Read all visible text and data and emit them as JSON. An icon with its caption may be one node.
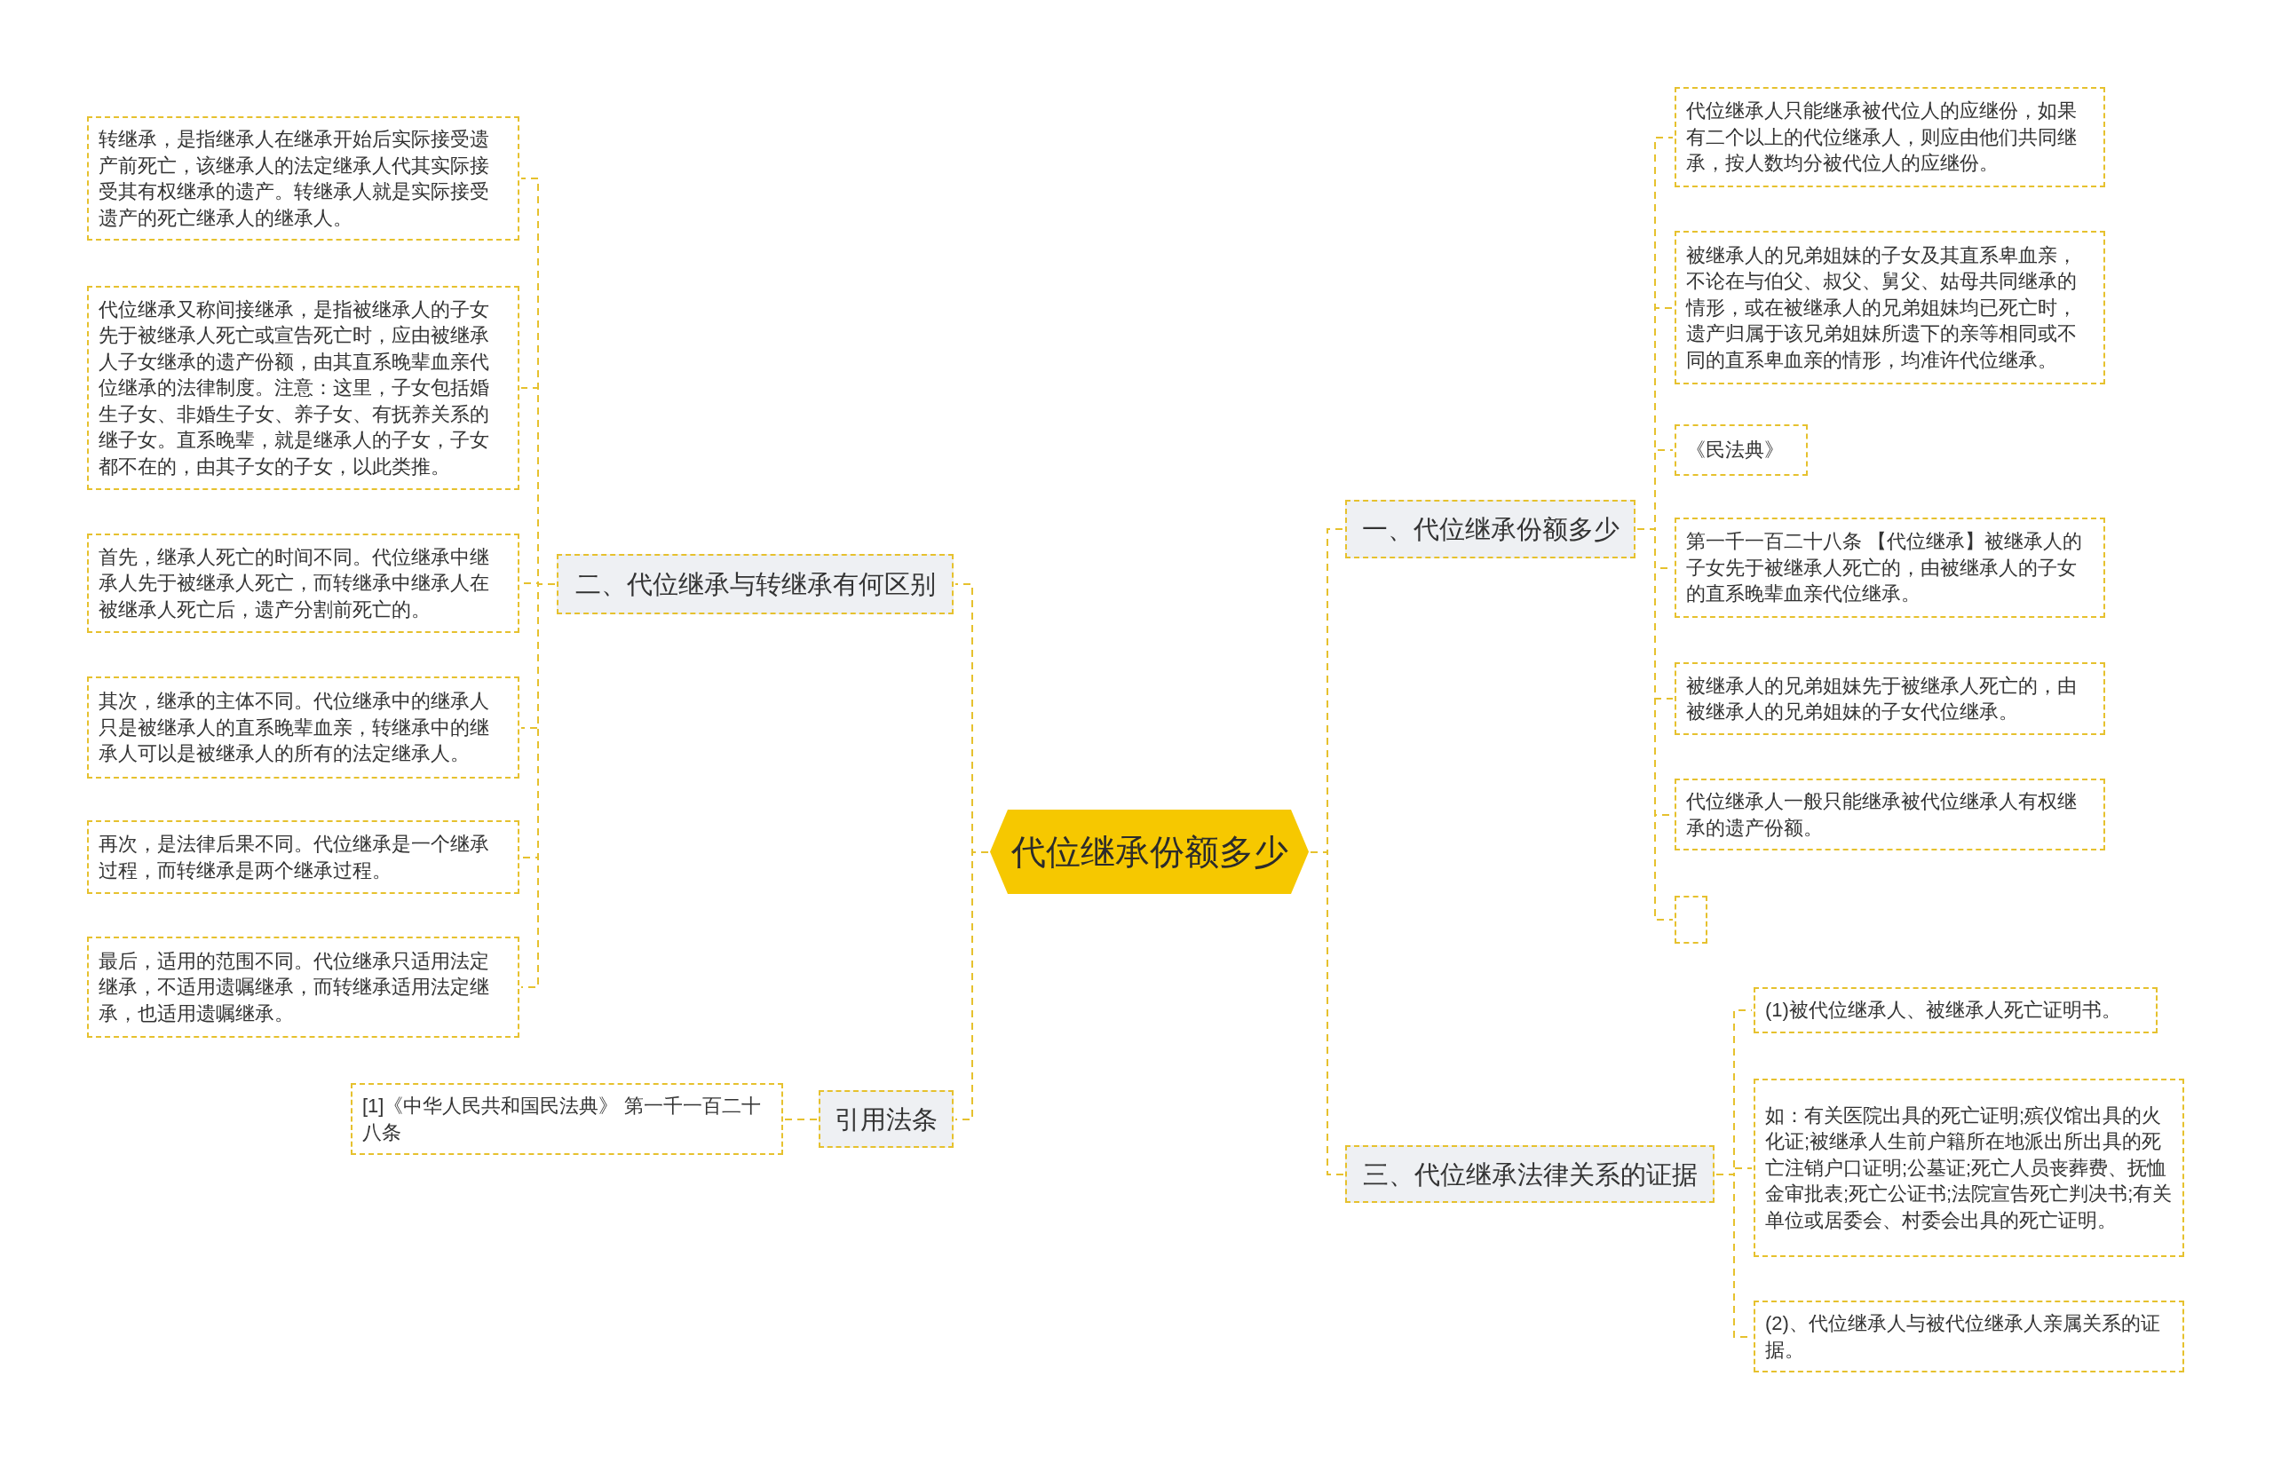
{
  "diagram": {
    "nodes": [
      {
        "text": [
          "代位继承份额多少"
        ]
      },
      {
        "text": [
          "二、代位继承与转继承有何区别"
        ]
      },
      {
        "text": [
          "转继承，是指继承人在继承开始后实际接受遗产前死亡，该继承人的法定继承人代其实际接受其有权继承的遗产。转继承人就是实际接受遗产的死亡继承人的继承人。"
        ]
      },
      {
        "text": [
          "代位继承又称间接继承，是指被继承人的子女先于被继承人死亡或宣告死亡时，应由被继承人子女继承的遗产份额，由其直系晚辈血亲代位继承的法律制度。注意：这里，子女包括婚生子女、非婚生子女、养子女、有抚养关系的继子女。直系晚辈，就是继承人的子女，子女都不在的，由其子女的子女，以此类推。"
        ]
      },
      {
        "text": [
          "首先，继承人死亡的时间不同。代位继承中继承人先于被继承人死亡，而转继承中继承人在被继承人死亡后，遗产分割前死亡的。"
        ]
      },
      {
        "text": [
          "其次，继承的主体不同。代位继承中的继承人只是被继承人的直系晚辈血亲，转继承中的继承人可以是被继承人的所有的法定继承人。"
        ]
      },
      {
        "text": [
          "再次，是法律后果不同。代位继承是一个继承过程，而转继承是两个继承过程。"
        ]
      },
      {
        "text": [
          "最后，适用的范围不同。代位继承只适用法定继承，不适用遗嘱继承，而转继承适用法定继承，也适用遗嘱继承。"
        ]
      },
      {
        "text": [
          "引用法条"
        ]
      },
      {
        "text": [
          "[1]《中华人民共和国民法典》 第一千一百二十八条"
        ]
      },
      {
        "text": [
          "一、代位继承份额多少"
        ]
      },
      {
        "text": [
          "代位继承人只能继承被代位人的应继份，如果有二个以上的代位继承人，则应由他们共同继承，按人数均分被代位人的应继份。"
        ]
      },
      {
        "text": [
          "被继承人的兄弟姐妹的子女及其直系卑血亲，不论在与伯父、叔父、舅父、姑母共同继承的情形，或在被继承人的兄弟姐妹均已死亡时，遗产归属于该兄弟姐妹所遗下的亲等相同或不同的直系卑血亲的情形，均准许代位继承。"
        ]
      },
      {
        "text": [
          "《民法典》"
        ]
      },
      {
        "text": [
          "第一千一百二十八条 【代位继承】被继承人的子女先于被继承人死亡的，由被继承人的子女的直系晚辈血亲代位继承。"
        ]
      },
      {
        "text": [
          "被继承人的兄弟姐妹先于被继承人死亡的，由被继承人的兄弟姐妹的子女代位继承。"
        ]
      },
      {
        "text": [
          "代位继承人一般只能继承被代位继承人有权继承的遗产份额。"
        ]
      },
      {
        "text": [],
        "shape": "box"
      },
      {
        "text": [
          "三、代位继承法律关系的证据"
        ]
      },
      {
        "text": [
          "(1)被代位继承人、被继承人死亡证明书。"
        ]
      },
      {
        "text": [
          "如：有关医院出具的死亡证明;殡仪馆出具的火化证;被继承人生前户籍所在地派出所出具的死亡注销户口证明;公墓证;死亡人员丧葬费、抚恤金审批表;死亡公证书;法院宣告死亡判决书;有关单位或居委会、村委会出具的死亡证明。"
        ]
      },
      {
        "text": [
          "(2)、代位继承人与被代位继承人亲属关系的证据。"
        ]
      }
    ],
    "edges": [
      {
        "from": 0,
        "to": 1,
        "arrow": "none"
      },
      {
        "from": 1,
        "to": 2,
        "arrow": "none"
      },
      {
        "from": 1,
        "to": 3,
        "arrow": "none"
      },
      {
        "from": 1,
        "to": 4,
        "arrow": "none"
      },
      {
        "from": 1,
        "to": 5,
        "arrow": "none"
      },
      {
        "from": 1,
        "to": 6,
        "arrow": "none"
      },
      {
        "from": 1,
        "to": 7,
        "arrow": "none"
      },
      {
        "from": 0,
        "to": 8,
        "arrow": "none"
      },
      {
        "from": 8,
        "to": 9,
        "arrow": "none"
      },
      {
        "from": 0,
        "to": 10,
        "arrow": "none"
      },
      {
        "from": 10,
        "to": 11,
        "arrow": "none"
      },
      {
        "from": 10,
        "to": 12,
        "arrow": "none"
      },
      {
        "from": 10,
        "to": 13,
        "arrow": "none"
      },
      {
        "from": 10,
        "to": 14,
        "arrow": "none"
      },
      {
        "from": 10,
        "to": 15,
        "arrow": "none"
      },
      {
        "from": 10,
        "to": 16,
        "arrow": "none"
      },
      {
        "from": 10,
        "to": 17,
        "arrow": "none"
      },
      {
        "from": 0,
        "to": 18,
        "arrow": "none"
      },
      {
        "from": 18,
        "to": 19,
        "arrow": "none"
      },
      {
        "from": 18,
        "to": 20,
        "arrow": "none"
      },
      {
        "from": 18,
        "to": 21,
        "arrow": "none"
      }
    ]
  }
}
